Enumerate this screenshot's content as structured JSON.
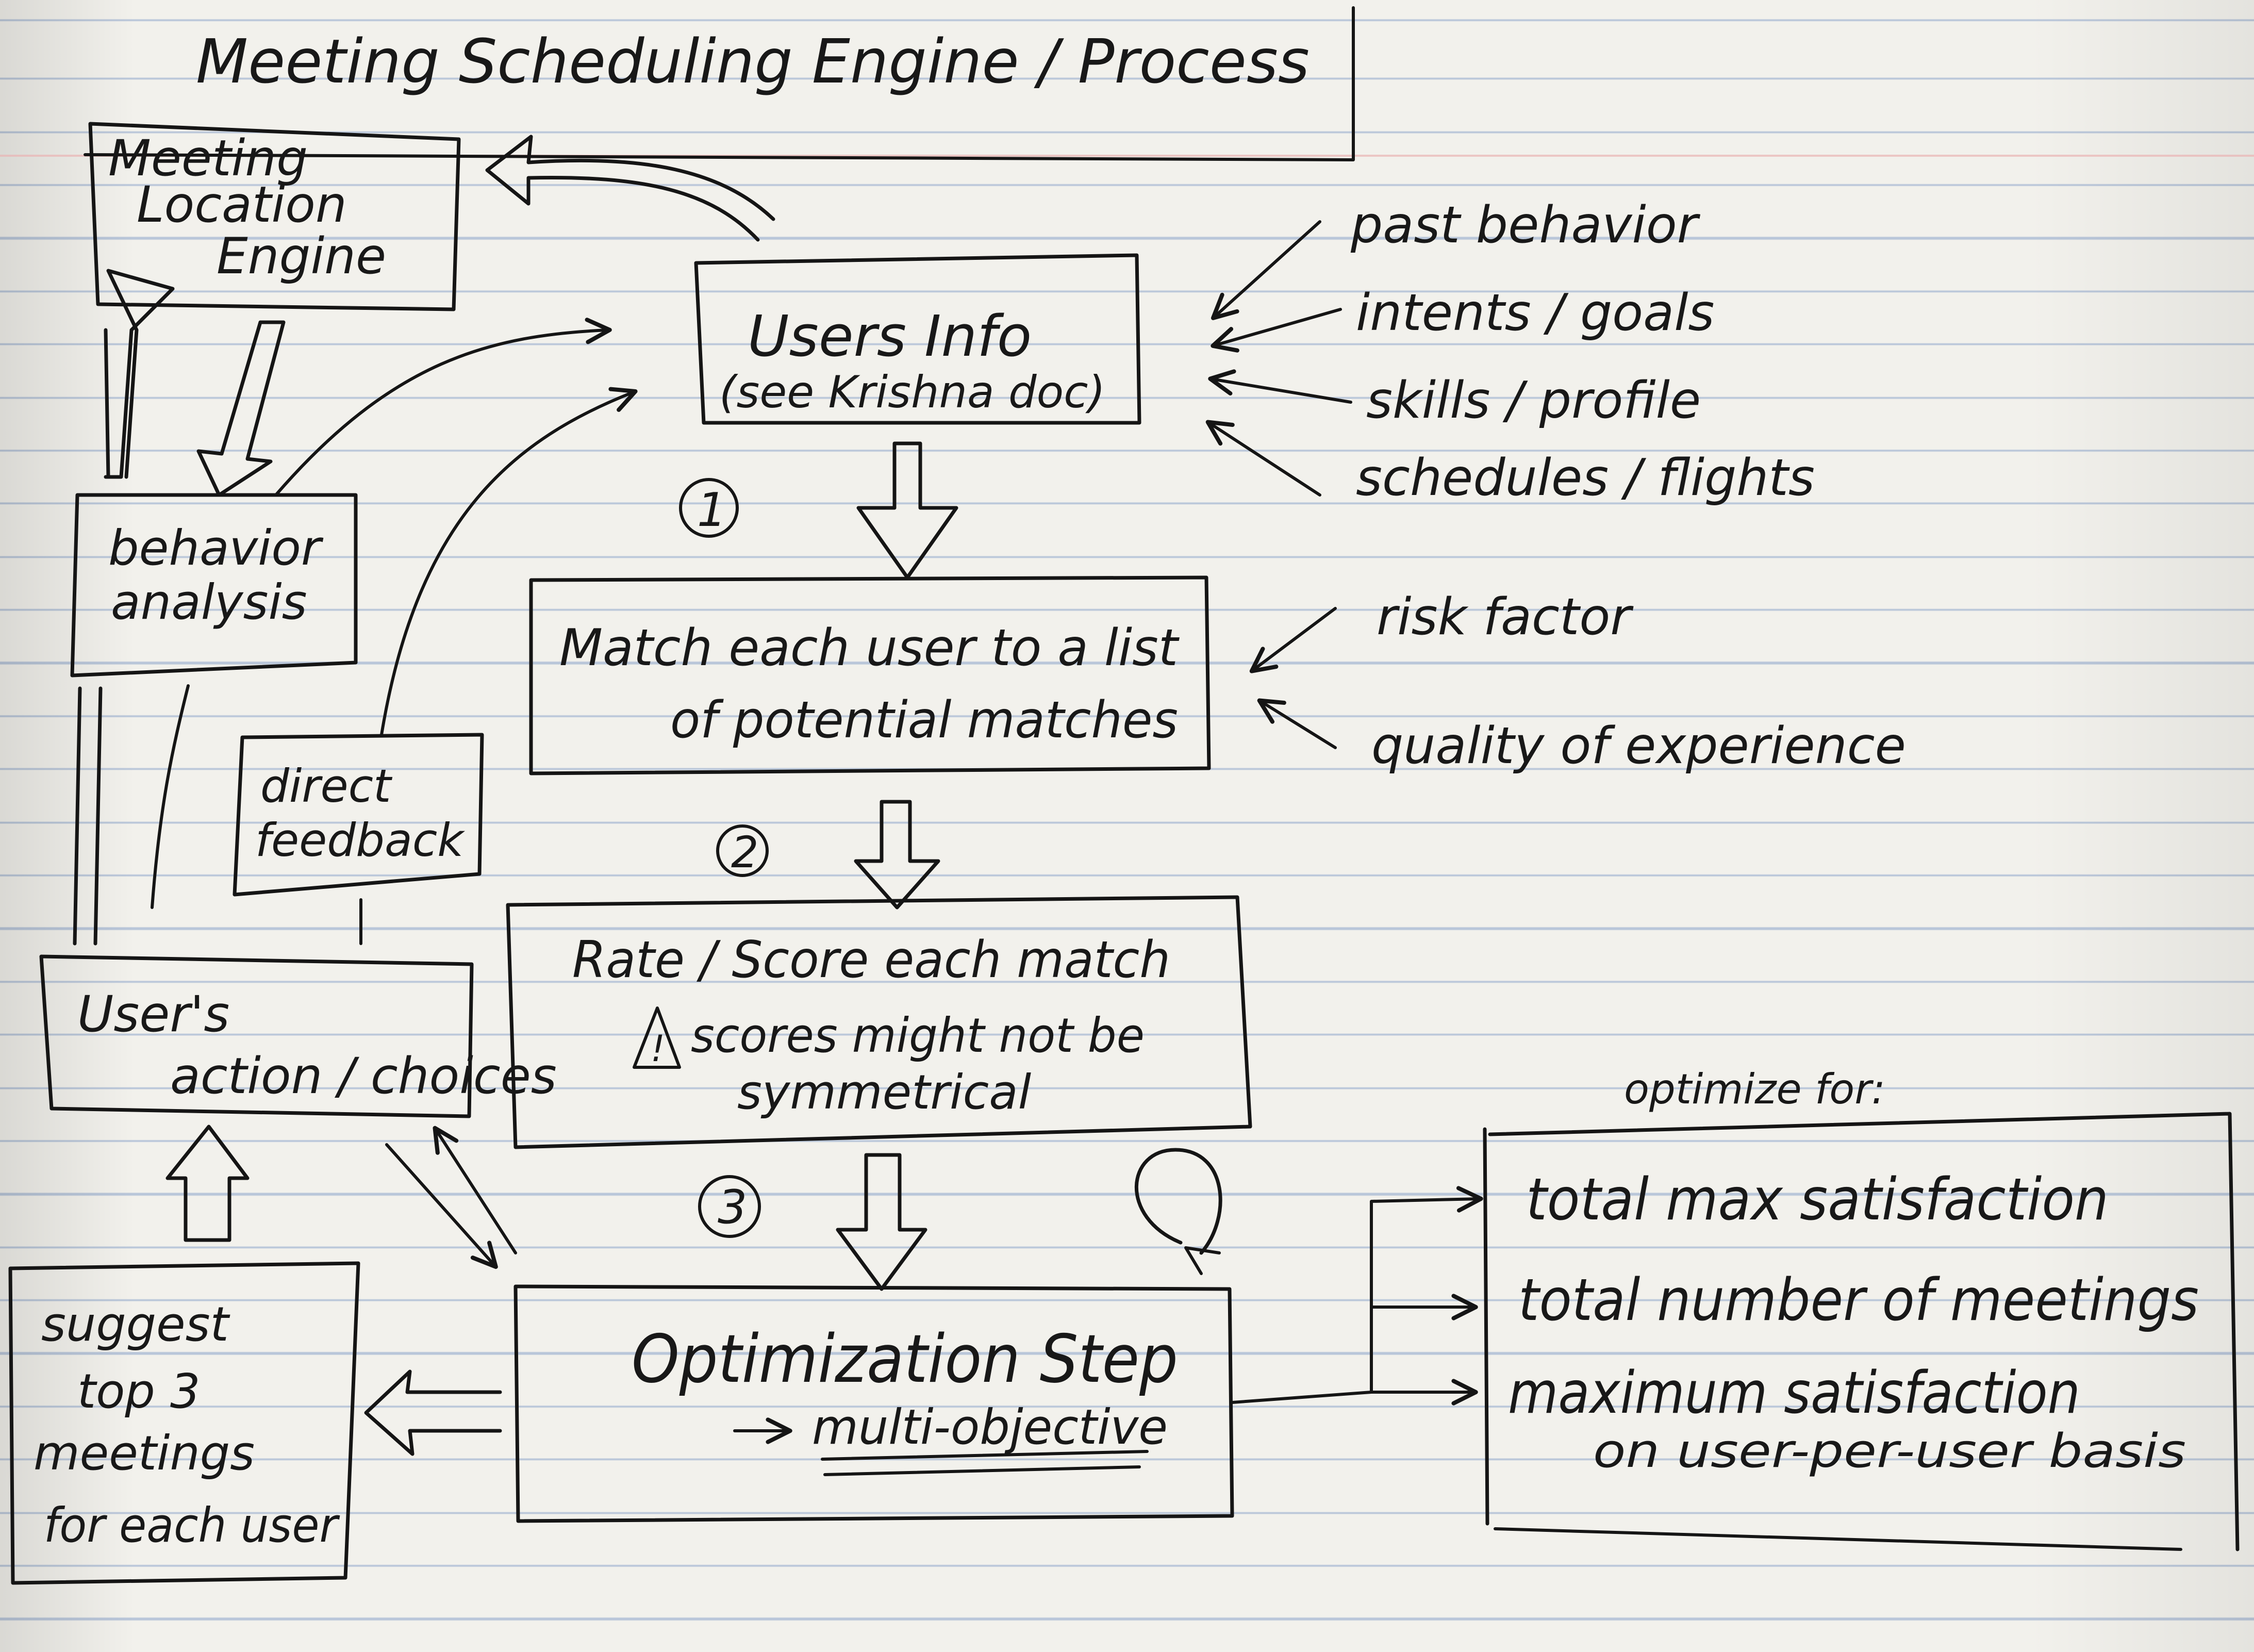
{
  "title": "Meeting Scheduling Engine / Process",
  "nodes": {
    "meeting_location_engine": [
      "Meeting",
      "Location",
      "Engine"
    ],
    "users_info": [
      "Users Info",
      "(see Krishna doc)"
    ],
    "behavior_analysis": [
      "behavior",
      "analysis"
    ],
    "direct_feedback": [
      "direct",
      "feedback"
    ],
    "match": [
      "Match each user to a list",
      "of potential matches"
    ],
    "rate_score": [
      "Rate / Score each match"
    ],
    "rate_note": [
      "scores might not be",
      "symmetrical"
    ],
    "users_actions": [
      "User's",
      "action / choices"
    ],
    "suggest": [
      "suggest",
      "top 3",
      "meetings",
      "for each user"
    ],
    "optimization": [
      "Optimization Step"
    ],
    "optimization_sub": "multi-objective"
  },
  "inputs_users_info": [
    "past behavior",
    "intents / goals",
    "skills / profile",
    "schedules / flights"
  ],
  "inputs_match": [
    "risk factor",
    "quality of experience"
  ],
  "step_labels": [
    "1",
    "2",
    "3"
  ],
  "warning_symbol": "!",
  "optimize_title": "optimize for:",
  "optimize_items": [
    "total max satisfaction",
    "total number of meetings",
    "maximum satisfaction",
    "on user-per-user basis"
  ]
}
